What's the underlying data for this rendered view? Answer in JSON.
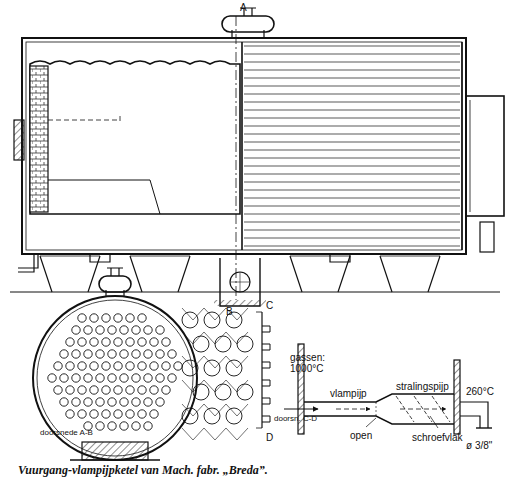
{
  "diagram": {
    "caption": "Vuurgang-vlampijpketel van Mach. fabr. „Breda”.",
    "labels": [
      "A",
      "B",
      "doorsnede A-B",
      "C",
      "D",
      "doorsn. C-D",
      "gassen:",
      "1000°C",
      "vlampijp",
      "stralingspijp",
      "260°C",
      "schroefvlak",
      "open",
      "ø 3/8\""
    ]
  }
}
